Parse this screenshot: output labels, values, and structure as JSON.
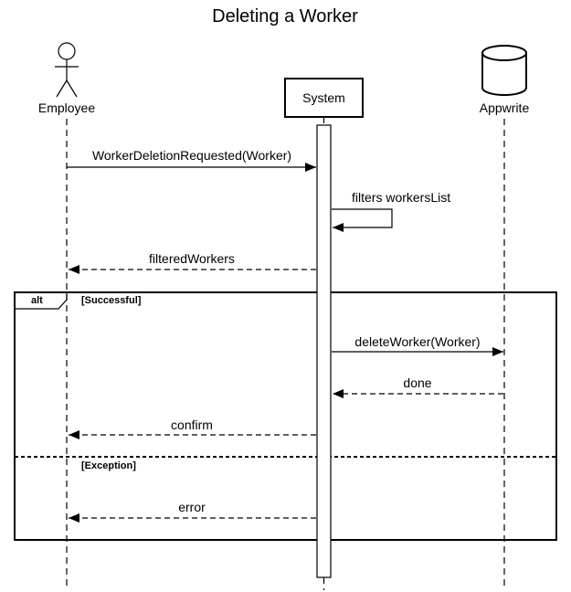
{
  "title": "Deleting a Worker",
  "participants": {
    "employee": "Employee",
    "system": "System",
    "appwrite": "Appwrite"
  },
  "messages": {
    "m1": "WorkerDeletionRequested(Worker)",
    "m2": "filters workersList",
    "m3": "filteredWorkers",
    "m4": "deleteWorker(Worker)",
    "m5": "done",
    "m6": "confirm",
    "m7": "error"
  },
  "fragment": {
    "operator": "alt",
    "guard_successful": "[Successful]",
    "guard_exception": "[Exception]"
  }
}
